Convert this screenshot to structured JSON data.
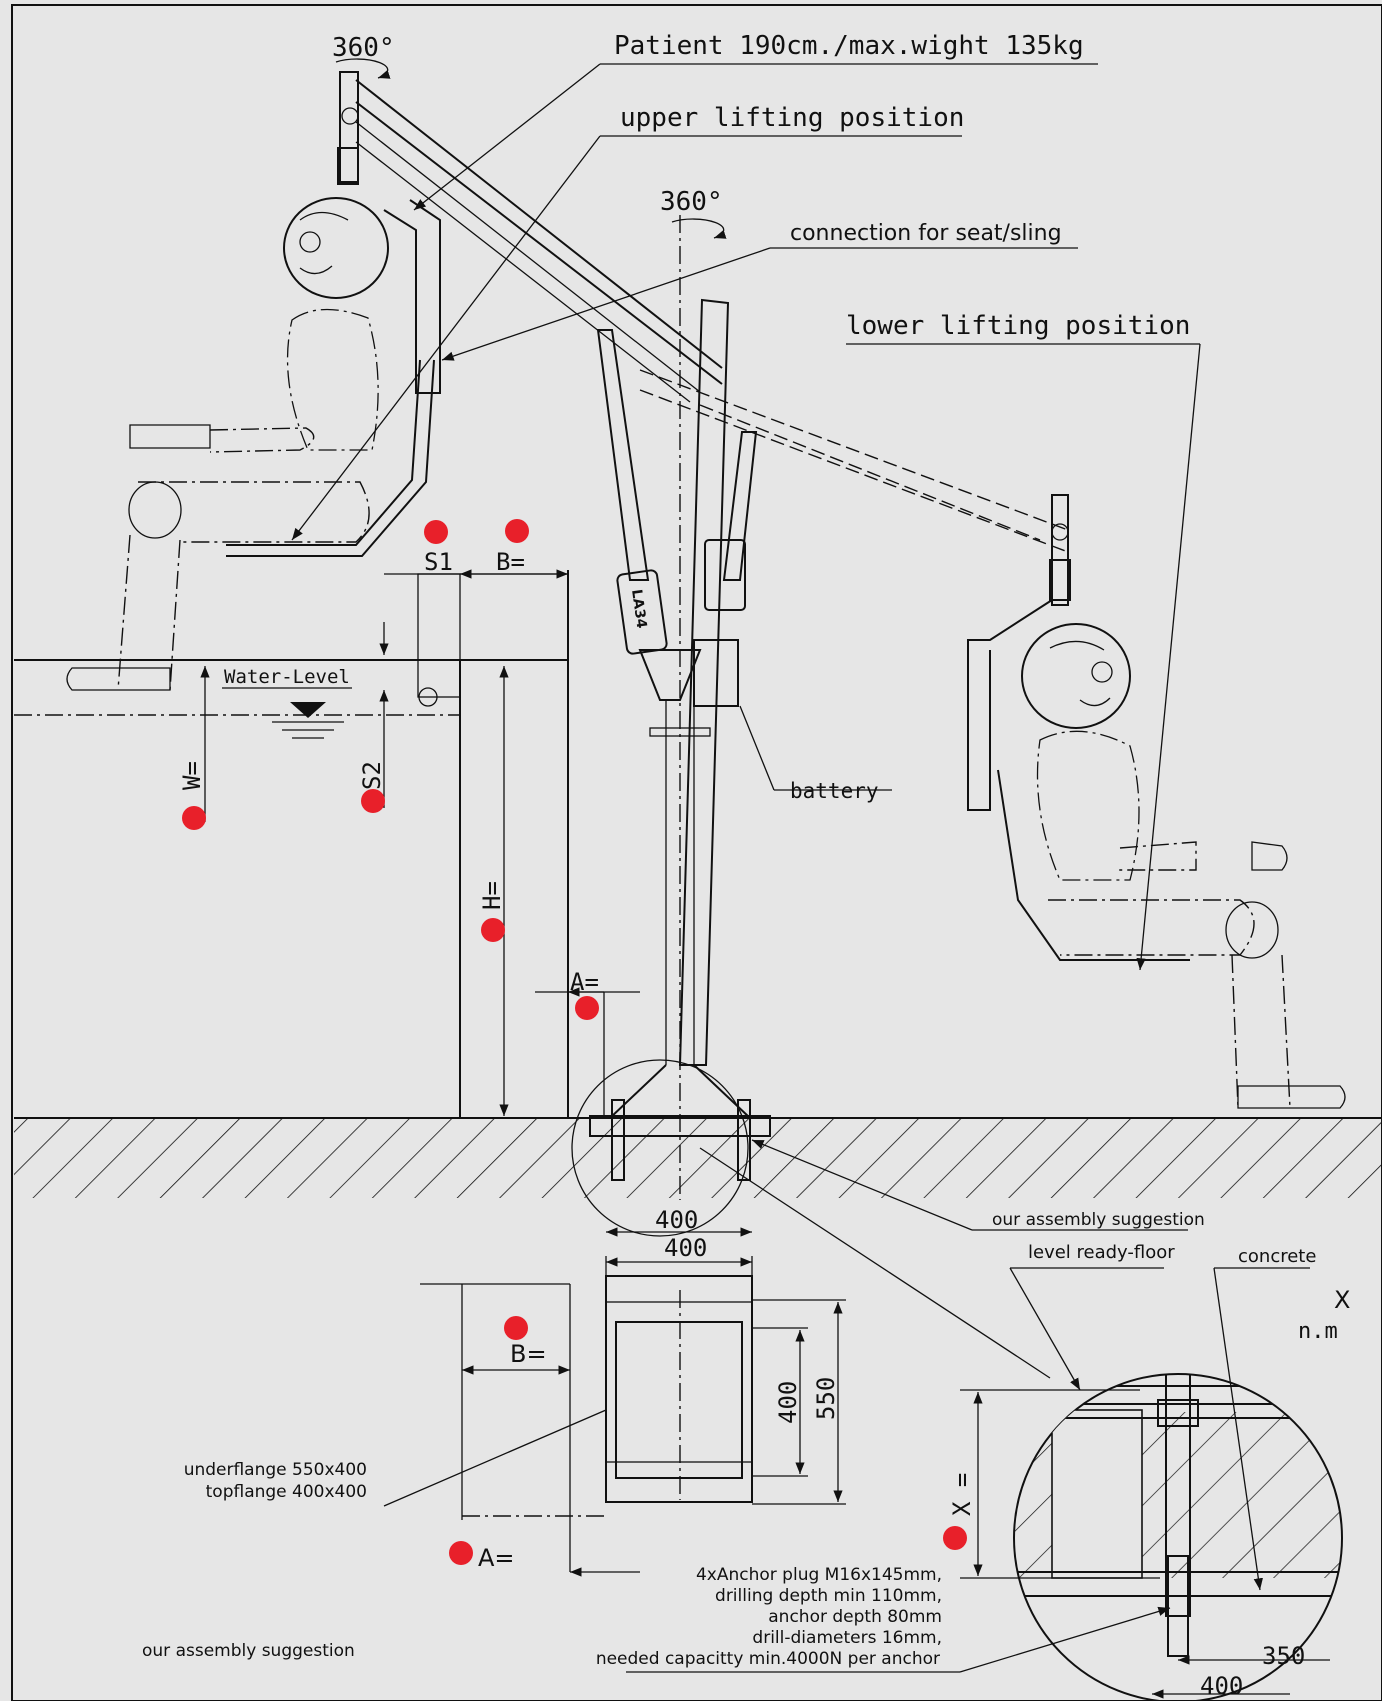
{
  "labels": {
    "rotation_top": "360°",
    "rotation_mast": "360°",
    "patient": "Patient 190cm./max.wight 135kg",
    "upper_position": "upper lifting position",
    "seat_connection": "connection for seat/sling",
    "lower_position": "lower lifting position",
    "battery": "battery",
    "water_level": "Water-Level",
    "actuator": "LA34",
    "assembly_suggestion_right": "our assembly suggestion",
    "level_floor": "level ready-floor",
    "concrete": "concrete",
    "detail_id": "X",
    "detail_scale": "n.m",
    "flange_info": [
      "underflange 550x400",
      "topflange 400x400"
    ],
    "anchor_info": [
      "4xAnchor plug M16x145mm,",
      "drilling depth min 110mm,",
      "anchor depth 80mm",
      "drill-diameters 16mm,",
      "needed capacitty min.4000N per anchor"
    ],
    "assembly_suggestion_left": "our assembly suggestion"
  },
  "dimensions": {
    "S1": "S1",
    "B_top": "B=",
    "W": "W=",
    "S2": "S2",
    "H": "H=",
    "A_top": "A=",
    "base_width": "400",
    "plan_top": "400",
    "plan_inner": "400",
    "plan_outer": "550",
    "B_plan": "B=",
    "A_plan": "A=",
    "X": "X =",
    "detail_350": "350",
    "detail_400": "400"
  },
  "colors": {
    "background": "#e6e6e6",
    "line": "#111111",
    "marker": "#e8202a"
  }
}
